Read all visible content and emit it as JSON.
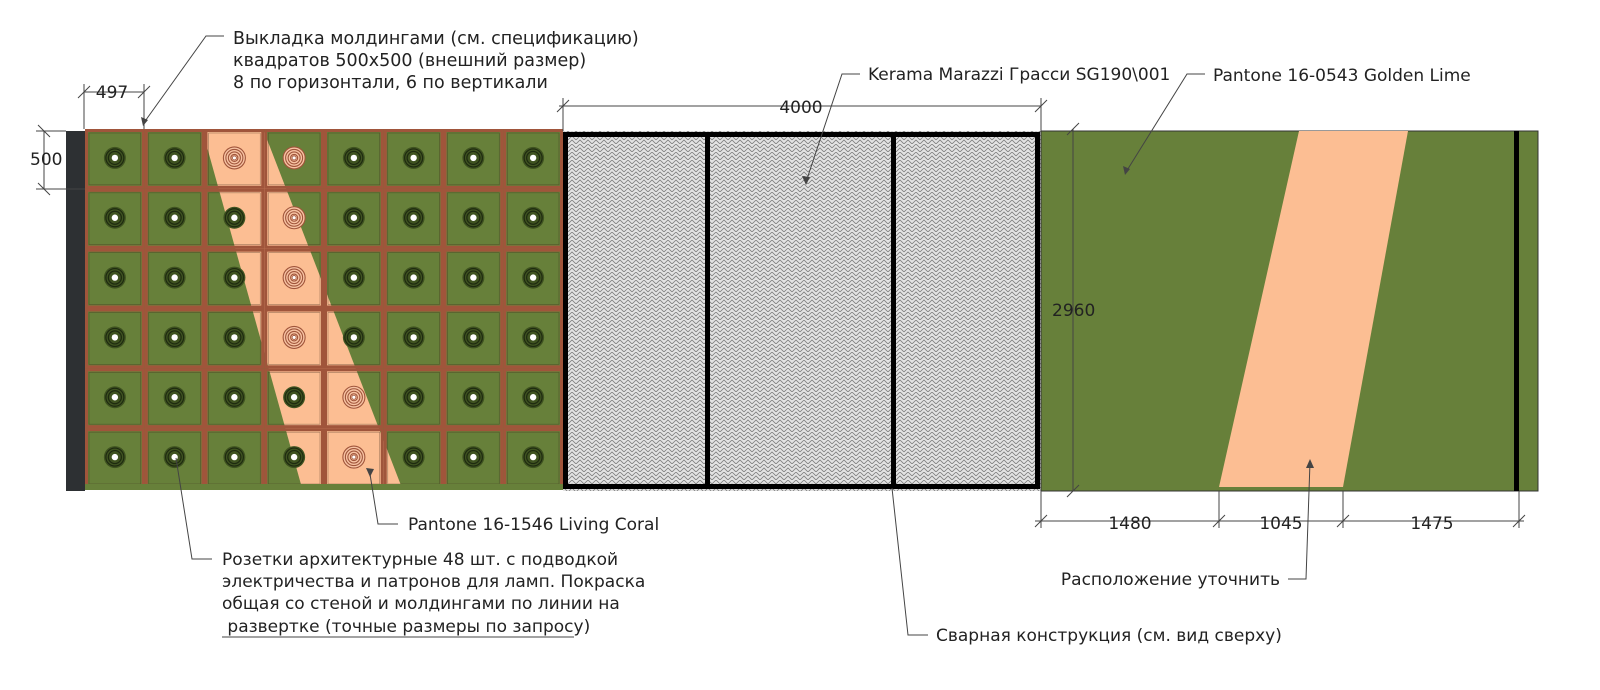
{
  "colors": {
    "golden_lime": "#67803a",
    "living_coral": "#fcbe93",
    "moulding": "#a0553b",
    "frame": "#000000",
    "end_cap": "#2d3033",
    "tile_bg": "#e3e3e3",
    "tile_line": "#7d7d7d",
    "line": "#333333"
  },
  "grid": {
    "cols": 8,
    "rows": 6,
    "rosette_styles": [
      [
        "dark",
        "dark",
        "coral",
        "coral",
        "dark",
        "dark",
        "dark",
        "dark"
      ],
      [
        "dark",
        "dark",
        "dark",
        "coral",
        "dark",
        "dark",
        "dark",
        "dark"
      ],
      [
        "dark",
        "dark",
        "dark",
        "coral",
        "dark",
        "dark",
        "dark",
        "dark"
      ],
      [
        "dark",
        "dark",
        "dark",
        "coral",
        "dark",
        "dark",
        "dark",
        "dark"
      ],
      [
        "dark",
        "dark",
        "dark",
        "dark",
        "coral",
        "dark",
        "dark",
        "dark"
      ],
      [
        "dark",
        "dark",
        "dark",
        "dark",
        "coral",
        "dark",
        "dark",
        "dark"
      ]
    ]
  },
  "annotations": {
    "moulding_layout": [
      "Выкладка молдингами (см. спецификацию)",
      "квадратов 500х500 (внешний размер)",
      "8 по горизонтали, 6 по вертикали"
    ],
    "kerama": "Kerama Marazzi Грасси SG190\\001",
    "pantone_lime": "Pantone 16-0543 Golden Lime",
    "pantone_coral": "Pantone 16-1546 Living Coral",
    "rosettes": [
      "Розетки архитектурные 48 шт. с подводкой",
      "электричества и патронов для ламп. Покраска",
      "общая со стеной и молдингами по линии на",
      " развертке (точные размеры по запросу)"
    ],
    "clarify": "Расположение уточнить",
    "welded": "Сварная конструкция (см. вид сверху)"
  },
  "dimensions": {
    "square_width": "497",
    "square_height": "500",
    "tile_section_width": "4000",
    "wall_height": "2960",
    "seg_left": "1480",
    "seg_mid": "1045",
    "seg_right": "1475"
  }
}
